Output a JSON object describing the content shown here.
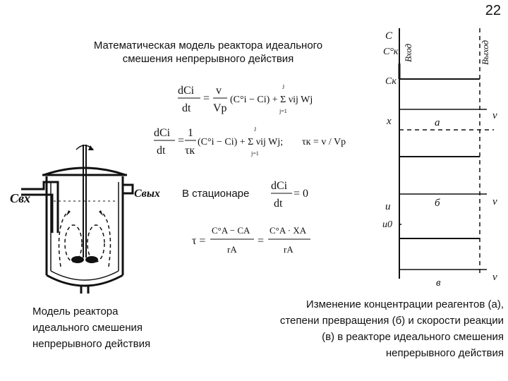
{
  "page_number": "22",
  "title_lines": [
    "Математическая модель реактора идеального",
    "смешения непрерывного действия"
  ],
  "left_caption_lines": [
    "Модель реактора",
    "идеального смешения",
    "непрерывного действия"
  ],
  "right_caption_lines": [
    "Изменение концентрации реагентов (а),",
    "степени превращения (б) и скорости реакции",
    "(в) в реакторе идеального смешения",
    "непрерывного действия"
  ],
  "equations": {
    "eq1_lhs_num": "dCi",
    "eq1_lhs_den": "dt",
    "eq1_v": "v",
    "eq1_vr": "Vр",
    "eq1_body": "(C°i − Ci) + Σ νij Wj",
    "eq1_sum_top": "J",
    "eq1_sum_bot": "j=1",
    "eq2_lhs_num": "dCi",
    "eq2_lhs_den": "dt",
    "eq2_one": "1",
    "eq2_tau": "τк",
    "eq2_body": "(C°i − Ci) + Σ νij Wj;",
    "eq2_sum_top": "J",
    "eq2_sum_bot": "j=1",
    "eq2_tau_def": "τк = v / Vр",
    "stationary_label": "В стационаре",
    "eq3_num": "dCi",
    "eq3_den": "dt",
    "eq3_rhs": "= 0",
    "eq4_tau": "τ =",
    "eq4_num1": "C°A − CA",
    "eq4_den1": "rA",
    "eq4_eq": "=",
    "eq4_num2": "C°A · XA",
    "eq4_den2": "rA"
  },
  "reactor_labels": {
    "inlet": "Cвх",
    "outlet": "Cвых"
  },
  "graph_labels": {
    "c_axis": "C",
    "c0": "C°к",
    "ck": "Cк",
    "inlet_label": "Вход",
    "outlet_label": "Выход",
    "x_axis": "x",
    "u_axis": "u",
    "u0": "u0",
    "tau_axis": "v",
    "label_a": "а",
    "label_b": "б",
    "label_v": "в"
  }
}
